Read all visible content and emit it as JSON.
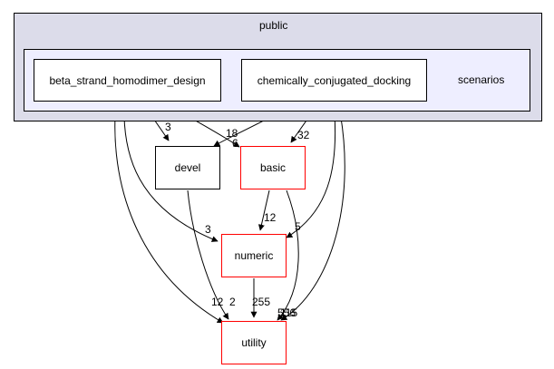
{
  "clusters": {
    "outer": {
      "label": "public",
      "fill": "#dcdcea",
      "border": "#000000"
    },
    "inner": {
      "label": "scenarios",
      "fill": "#eeeeff",
      "border": "#000000"
    }
  },
  "nodes": {
    "beta": {
      "label": "beta_strand_homodimer_design",
      "border": "#000000"
    },
    "chem": {
      "label": "chemically_conjugated_docking",
      "border": "#000000"
    },
    "devel": {
      "label": "devel",
      "border": "#000000"
    },
    "basic": {
      "label": "basic",
      "border": "#ff0000"
    },
    "numeric": {
      "label": "numeric",
      "border": "#ff0000"
    },
    "utility": {
      "label": "utility",
      "border": "#ff0000"
    }
  },
  "edges": [
    {
      "from": "beta",
      "to": "devel",
      "label": "3"
    },
    {
      "from": "beta",
      "to": "basic",
      "label": "18"
    },
    {
      "from": "beta",
      "to": "numeric",
      "label": "3"
    },
    {
      "from": "beta",
      "to": "utility",
      "label": "12"
    },
    {
      "from": "chem",
      "to": "devel",
      "label": "6"
    },
    {
      "from": "chem",
      "to": "basic",
      "label": "32"
    },
    {
      "from": "chem",
      "to": "numeric",
      "label": "5"
    },
    {
      "from": "chem",
      "to": "utility",
      "label": "115"
    },
    {
      "from": "devel",
      "to": "utility",
      "label": "2"
    },
    {
      "from": "basic",
      "to": "numeric",
      "label": "12"
    },
    {
      "from": "basic",
      "to": "utility",
      "label": "556"
    },
    {
      "from": "numeric",
      "to": "utility",
      "label": "255"
    }
  ]
}
